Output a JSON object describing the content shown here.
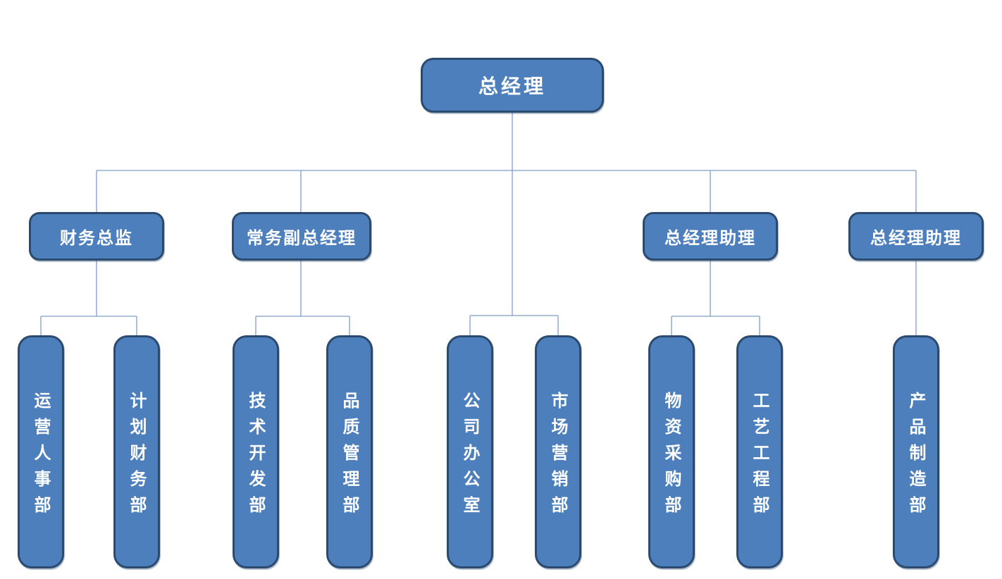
{
  "org_chart": {
    "root": {
      "label": "总经理"
    },
    "managers": [
      {
        "label": "财务总监"
      },
      {
        "label": "常务副总经理"
      },
      {
        "label": "总经理助理"
      },
      {
        "label": "总经理助理"
      }
    ],
    "departments": [
      {
        "label": "运营人事部"
      },
      {
        "label": "计划财务部"
      },
      {
        "label": "技术开发部"
      },
      {
        "label": "品质管理部"
      },
      {
        "label": "公司办公室"
      },
      {
        "label": "市场营销部"
      },
      {
        "label": "物资采购部"
      },
      {
        "label": "工艺工程部"
      },
      {
        "label": "产品制造部"
      }
    ],
    "hierarchy": {
      "总经理": {
        "财务总监": [
          "运营人事部",
          "计划财务部"
        ],
        "常务副总经理": [
          "技术开发部",
          "品质管理部"
        ],
        "direct": [
          "公司办公室",
          "市场营销部"
        ],
        "总经理助理(1)": [
          "物资采购部",
          "工艺工程部"
        ],
        "总经理助理(2)": [
          "产品制造部"
        ]
      }
    },
    "colors": {
      "box_fill": "#4d7fbc",
      "box_border": "#2b4a6f",
      "connector": "#7d9ec9",
      "text": "#ffffff",
      "background": "#ffffff"
    }
  }
}
